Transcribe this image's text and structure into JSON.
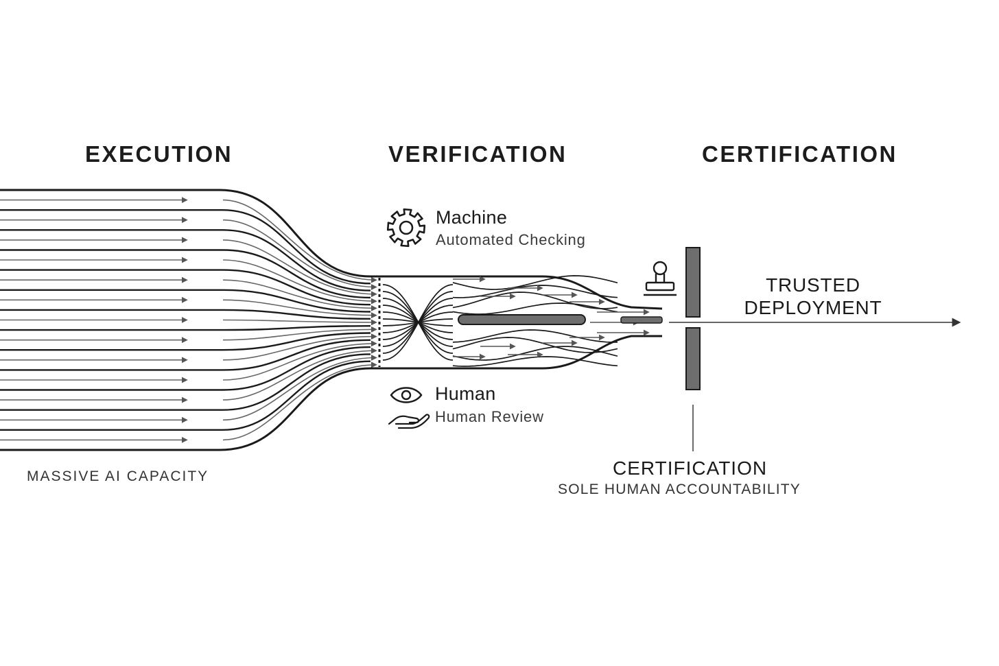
{
  "phases": {
    "execution": "EXECUTION",
    "verification": "VERIFICATION",
    "certification": "CERTIFICATION"
  },
  "machine": {
    "title": "Machine",
    "subtitle": "Automated Checking",
    "icon": "gear-icon"
  },
  "human": {
    "title": "Human",
    "subtitle": "Human Review",
    "icons": [
      "eye-icon",
      "hand-icon"
    ]
  },
  "execution_caption": "MASSIVE AI CAPACITY",
  "deployment": {
    "line1": "TRUSTED",
    "line2": "DEPLOYMENT"
  },
  "certification_label": {
    "title": "CERTIFICATION",
    "subtitle": "SOLE HUMAN ACCOUNTABILITY"
  },
  "stamp_icon": "stamp-icon",
  "colors": {
    "line": "#1a1a1a",
    "arrow": "#555555",
    "gate": "#6e6e6e",
    "text": "#1a1a1a"
  }
}
